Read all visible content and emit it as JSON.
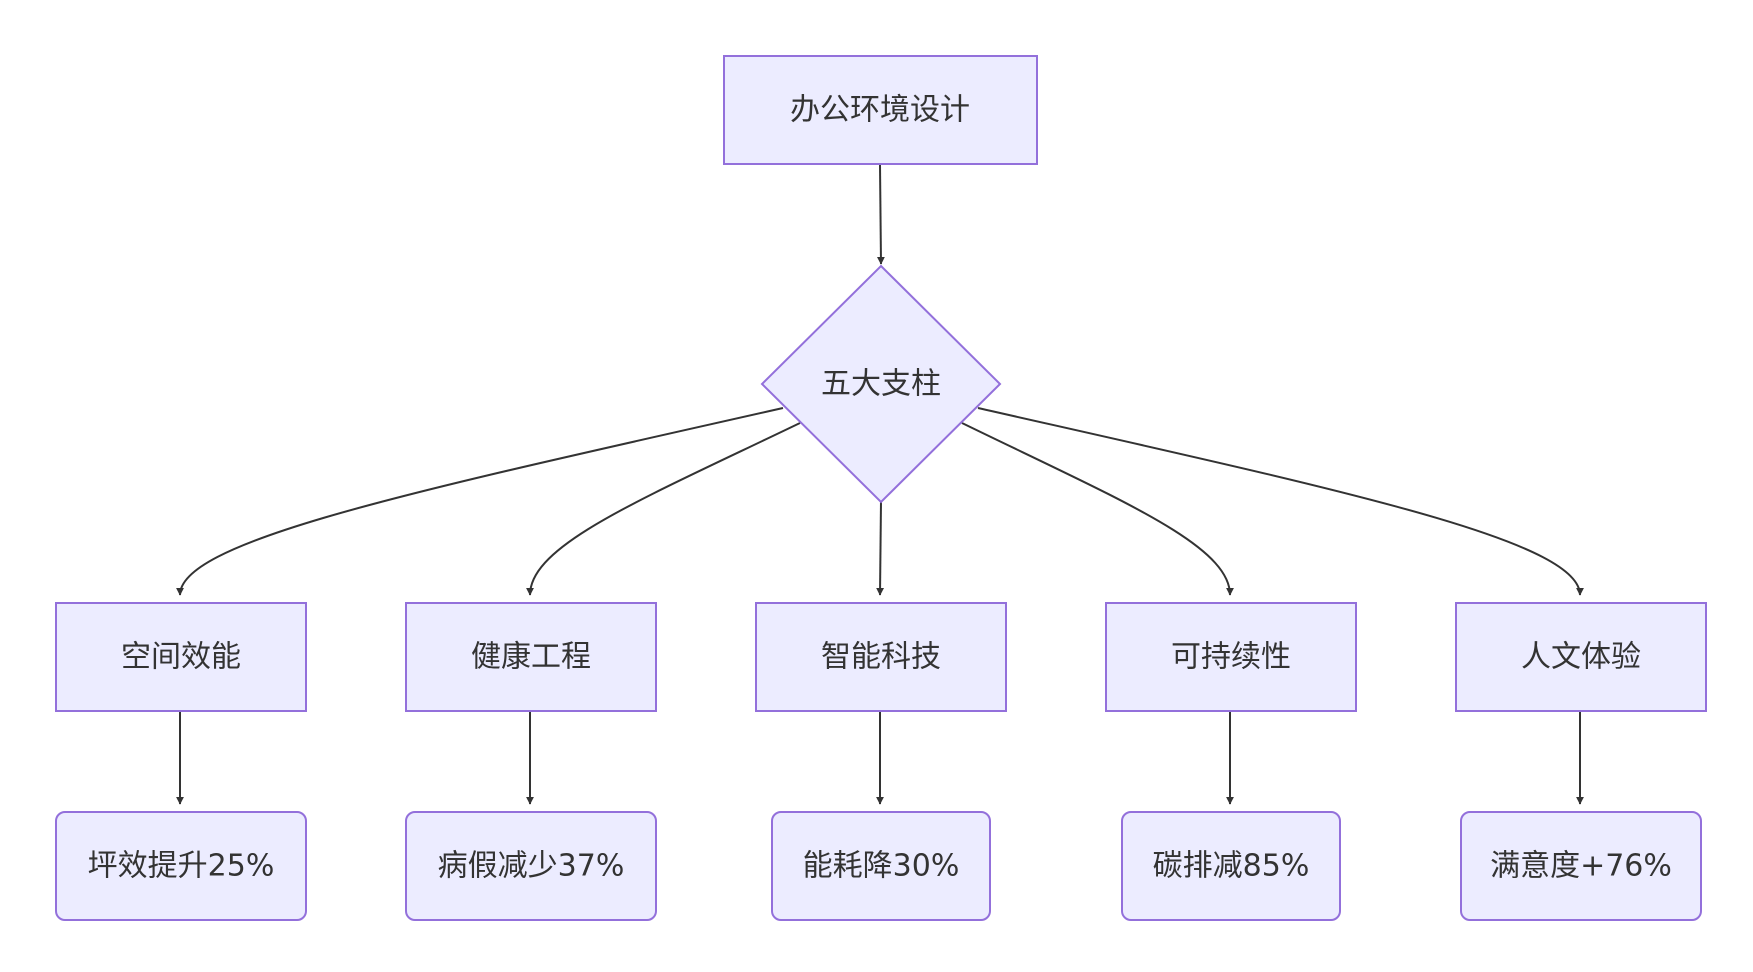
{
  "diagram": {
    "root": {
      "label": "办公环境设计"
    },
    "decision": {
      "label": "五大支柱"
    },
    "pillars": [
      {
        "label": "空间效能",
        "metric": "坪效提升25%"
      },
      {
        "label": "健康工程",
        "metric": "病假减少37%"
      },
      {
        "label": "智能科技",
        "metric": "能耗降30%"
      },
      {
        "label": "可持续性",
        "metric": "碳排减85%"
      },
      {
        "label": "人文体验",
        "metric": "满意度+76%"
      }
    ]
  },
  "colors": {
    "node_fill": "#ECECFF",
    "node_stroke": "#9370DB",
    "edge": "#333333",
    "text": "#333333"
  }
}
